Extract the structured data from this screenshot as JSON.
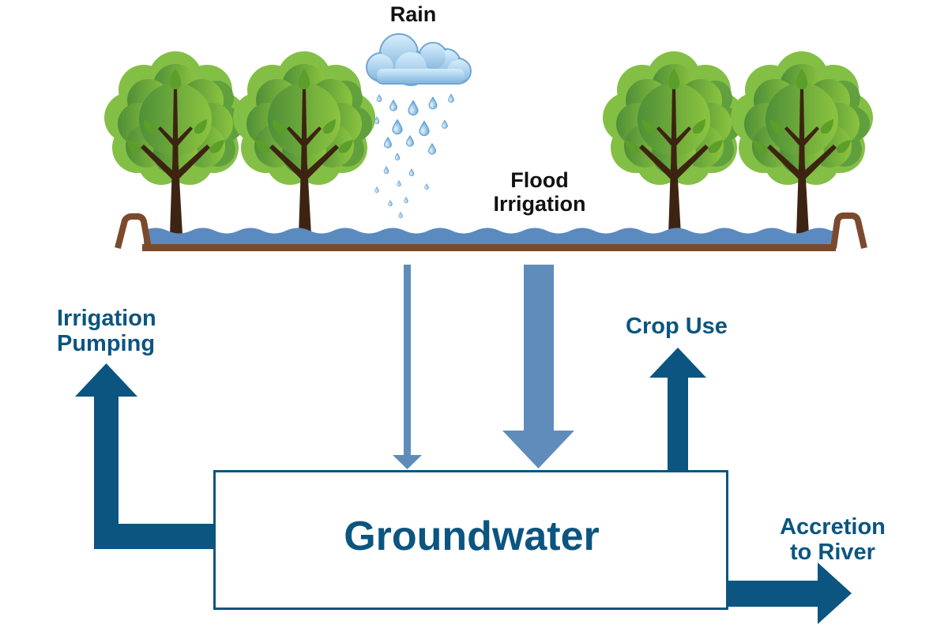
{
  "title": "Flood irrigation groundwater recharge diagram",
  "labels": {
    "rain": "Rain",
    "flood_irrigation_line1": "Flood",
    "flood_irrigation_line2": "Irrigation",
    "irrigation_pumping_line1": "Irrigation",
    "irrigation_pumping_line2": "Pumping",
    "crop_use": "Crop Use",
    "accretion_line1": "Accretion",
    "accretion_line2": "to River",
    "groundwater": "Groundwater"
  },
  "nodes": [
    {
      "id": "rain",
      "label": "Rain",
      "icon": "rain-cloud-icon"
    },
    {
      "id": "flood_irrigation",
      "label": "Flood Irrigation",
      "icon": "flooded-field-icon"
    },
    {
      "id": "groundwater",
      "label": "Groundwater"
    },
    {
      "id": "irrigation_pumping",
      "label": "Irrigation Pumping"
    },
    {
      "id": "crop_use",
      "label": "Crop Use"
    },
    {
      "id": "accretion",
      "label": "Accretion to River"
    }
  ],
  "flows": [
    {
      "from": "rain",
      "to": "groundwater",
      "relative_magnitude": "small",
      "direction": "down"
    },
    {
      "from": "flood_irrigation",
      "to": "groundwater",
      "relative_magnitude": "large",
      "direction": "down"
    },
    {
      "from": "groundwater",
      "to": "irrigation_pumping",
      "relative_magnitude": "large",
      "direction": "up"
    },
    {
      "from": "groundwater",
      "to": "crop_use",
      "relative_magnitude": "medium",
      "direction": "up"
    },
    {
      "from": "groundwater",
      "to": "accretion",
      "relative_magnitude": "large",
      "direction": "right"
    }
  ],
  "scene": {
    "tree_count": 4
  },
  "colors": {
    "outflow_blue": "#0b5580",
    "inflow_blue": "#5f8cba",
    "water": "#5b8ac0",
    "soil": "#7b4a2d",
    "canopy_light": "#8cc43f",
    "canopy_dark": "#5a9a3c",
    "trunk": "#3d2412",
    "cloud": "#a9d0ec"
  }
}
